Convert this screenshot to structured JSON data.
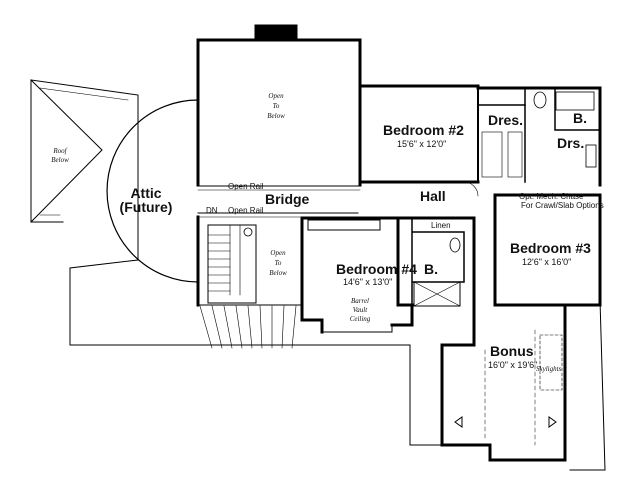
{
  "rooms": {
    "bedroom2": {
      "name": "Bedroom #2",
      "dim": "15'6\" x 12'0\""
    },
    "bedroom3": {
      "name": "Bedroom #3",
      "dim": "12'6\" x 16'0\""
    },
    "bedroom4": {
      "name": "Bedroom #4",
      "dim": "14'6\" x 13'0\""
    },
    "bonus": {
      "name": "Bonus",
      "dim": "16'0\" x 19'6\""
    },
    "attic_line1": "Attic",
    "attic_line2": "(Future)",
    "bridge": "Bridge",
    "hall": "Hall",
    "dres": "Dres.",
    "drs": "Drs.",
    "bath_top": "B.",
    "bath_b4": "B.",
    "linen": "Linen"
  },
  "notes": {
    "open_to_below_top": [
      "Open",
      "To",
      "Below"
    ],
    "open_to_below_stair": [
      "Open",
      "To",
      "Below"
    ],
    "roof_below": [
      "Roof",
      "Below"
    ],
    "barrel_vault": [
      "Barrel",
      "Vault",
      "Ceiling"
    ],
    "skylights": "Skylights",
    "open_rail_upper": "Open Rail",
    "open_rail_lower": "Open Rail",
    "dn": "DN",
    "mech_chase_1": "Opt. Mech. Chase",
    "mech_chase_2": "For Crawl/Slab Options"
  }
}
